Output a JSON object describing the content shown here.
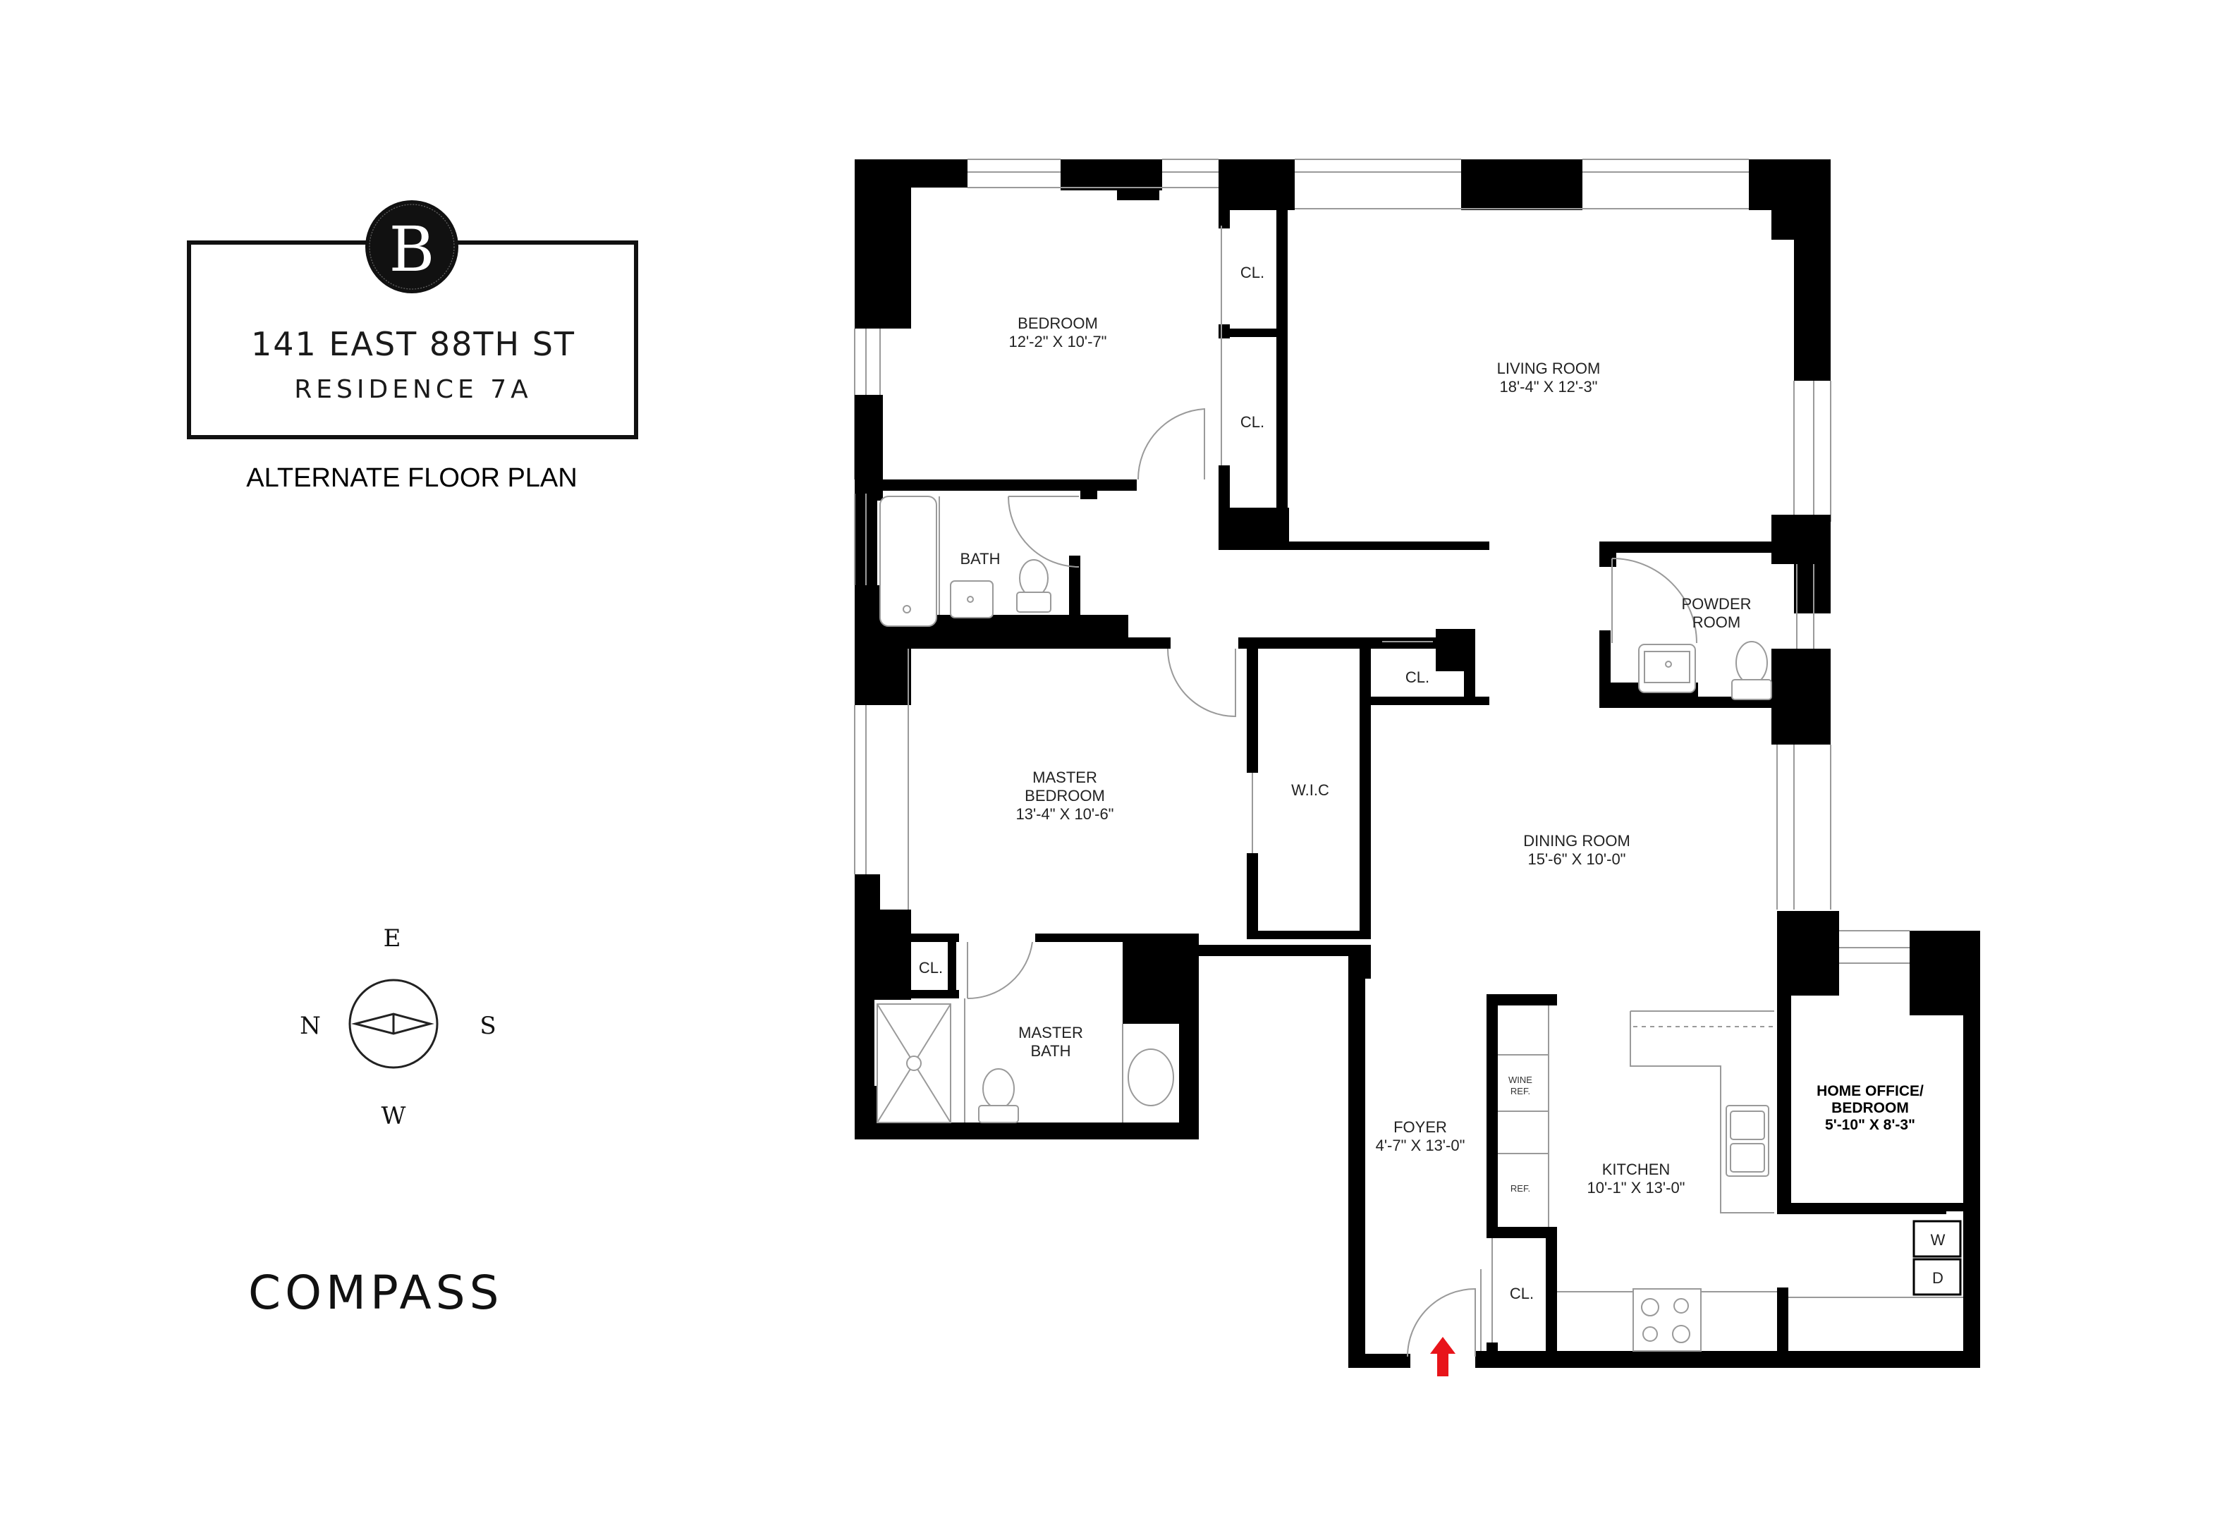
{
  "header": {
    "logo_letter": "B",
    "address": "141 EAST 88TH ST",
    "residence": "RESIDENCE 7A",
    "plan_type": "ALTERNATE FLOOR PLAN"
  },
  "compass": {
    "top": "E",
    "left": "N",
    "right": "S",
    "bottom": "W"
  },
  "brand": {
    "name": "COMPASS"
  },
  "colors": {
    "walls": "#000000",
    "fixtures": "#9a9a9a",
    "entry_arrow": "#e8141a"
  },
  "rooms": {
    "bedroom": {
      "name": "BEDROOM",
      "dims": "12'-2\" X 10'-7\""
    },
    "living_room": {
      "name": "LIVING ROOM",
      "dims": "18'-4\" X 12'-3\""
    },
    "bath": {
      "name": "BATH"
    },
    "powder_room": {
      "name_line1": "POWDER",
      "name_line2": "ROOM"
    },
    "master_bedroom": {
      "name_line1": "MASTER",
      "name_line2": "BEDROOM",
      "dims": "13'-4\" X 10'-6\""
    },
    "wic": {
      "name": "W.I.C"
    },
    "dining_room": {
      "name": "DINING ROOM",
      "dims": "15'-6\" X 10'-0\""
    },
    "master_bath": {
      "name_line1": "MASTER",
      "name_line2": "BATH"
    },
    "foyer": {
      "name": "FOYER",
      "dims": "4'-7\" X 13'-0\""
    },
    "kitchen": {
      "name": "KITCHEN",
      "dims": "10'-1\" X 13'-0\""
    },
    "home_office": {
      "name_line1": "HOME OFFICE/",
      "name_line2": "BEDROOM",
      "dims": "5'-10\" X 8'-3\""
    }
  },
  "closets": {
    "cl1": "CL.",
    "cl2": "CL.",
    "cl3": "CL.",
    "cl4": "CL.",
    "cl5": "CL."
  },
  "appliances": {
    "wine_ref_line1": "WINE",
    "wine_ref_line2": "REF.",
    "ref": "REF.",
    "washer": "W",
    "dryer": "D"
  }
}
